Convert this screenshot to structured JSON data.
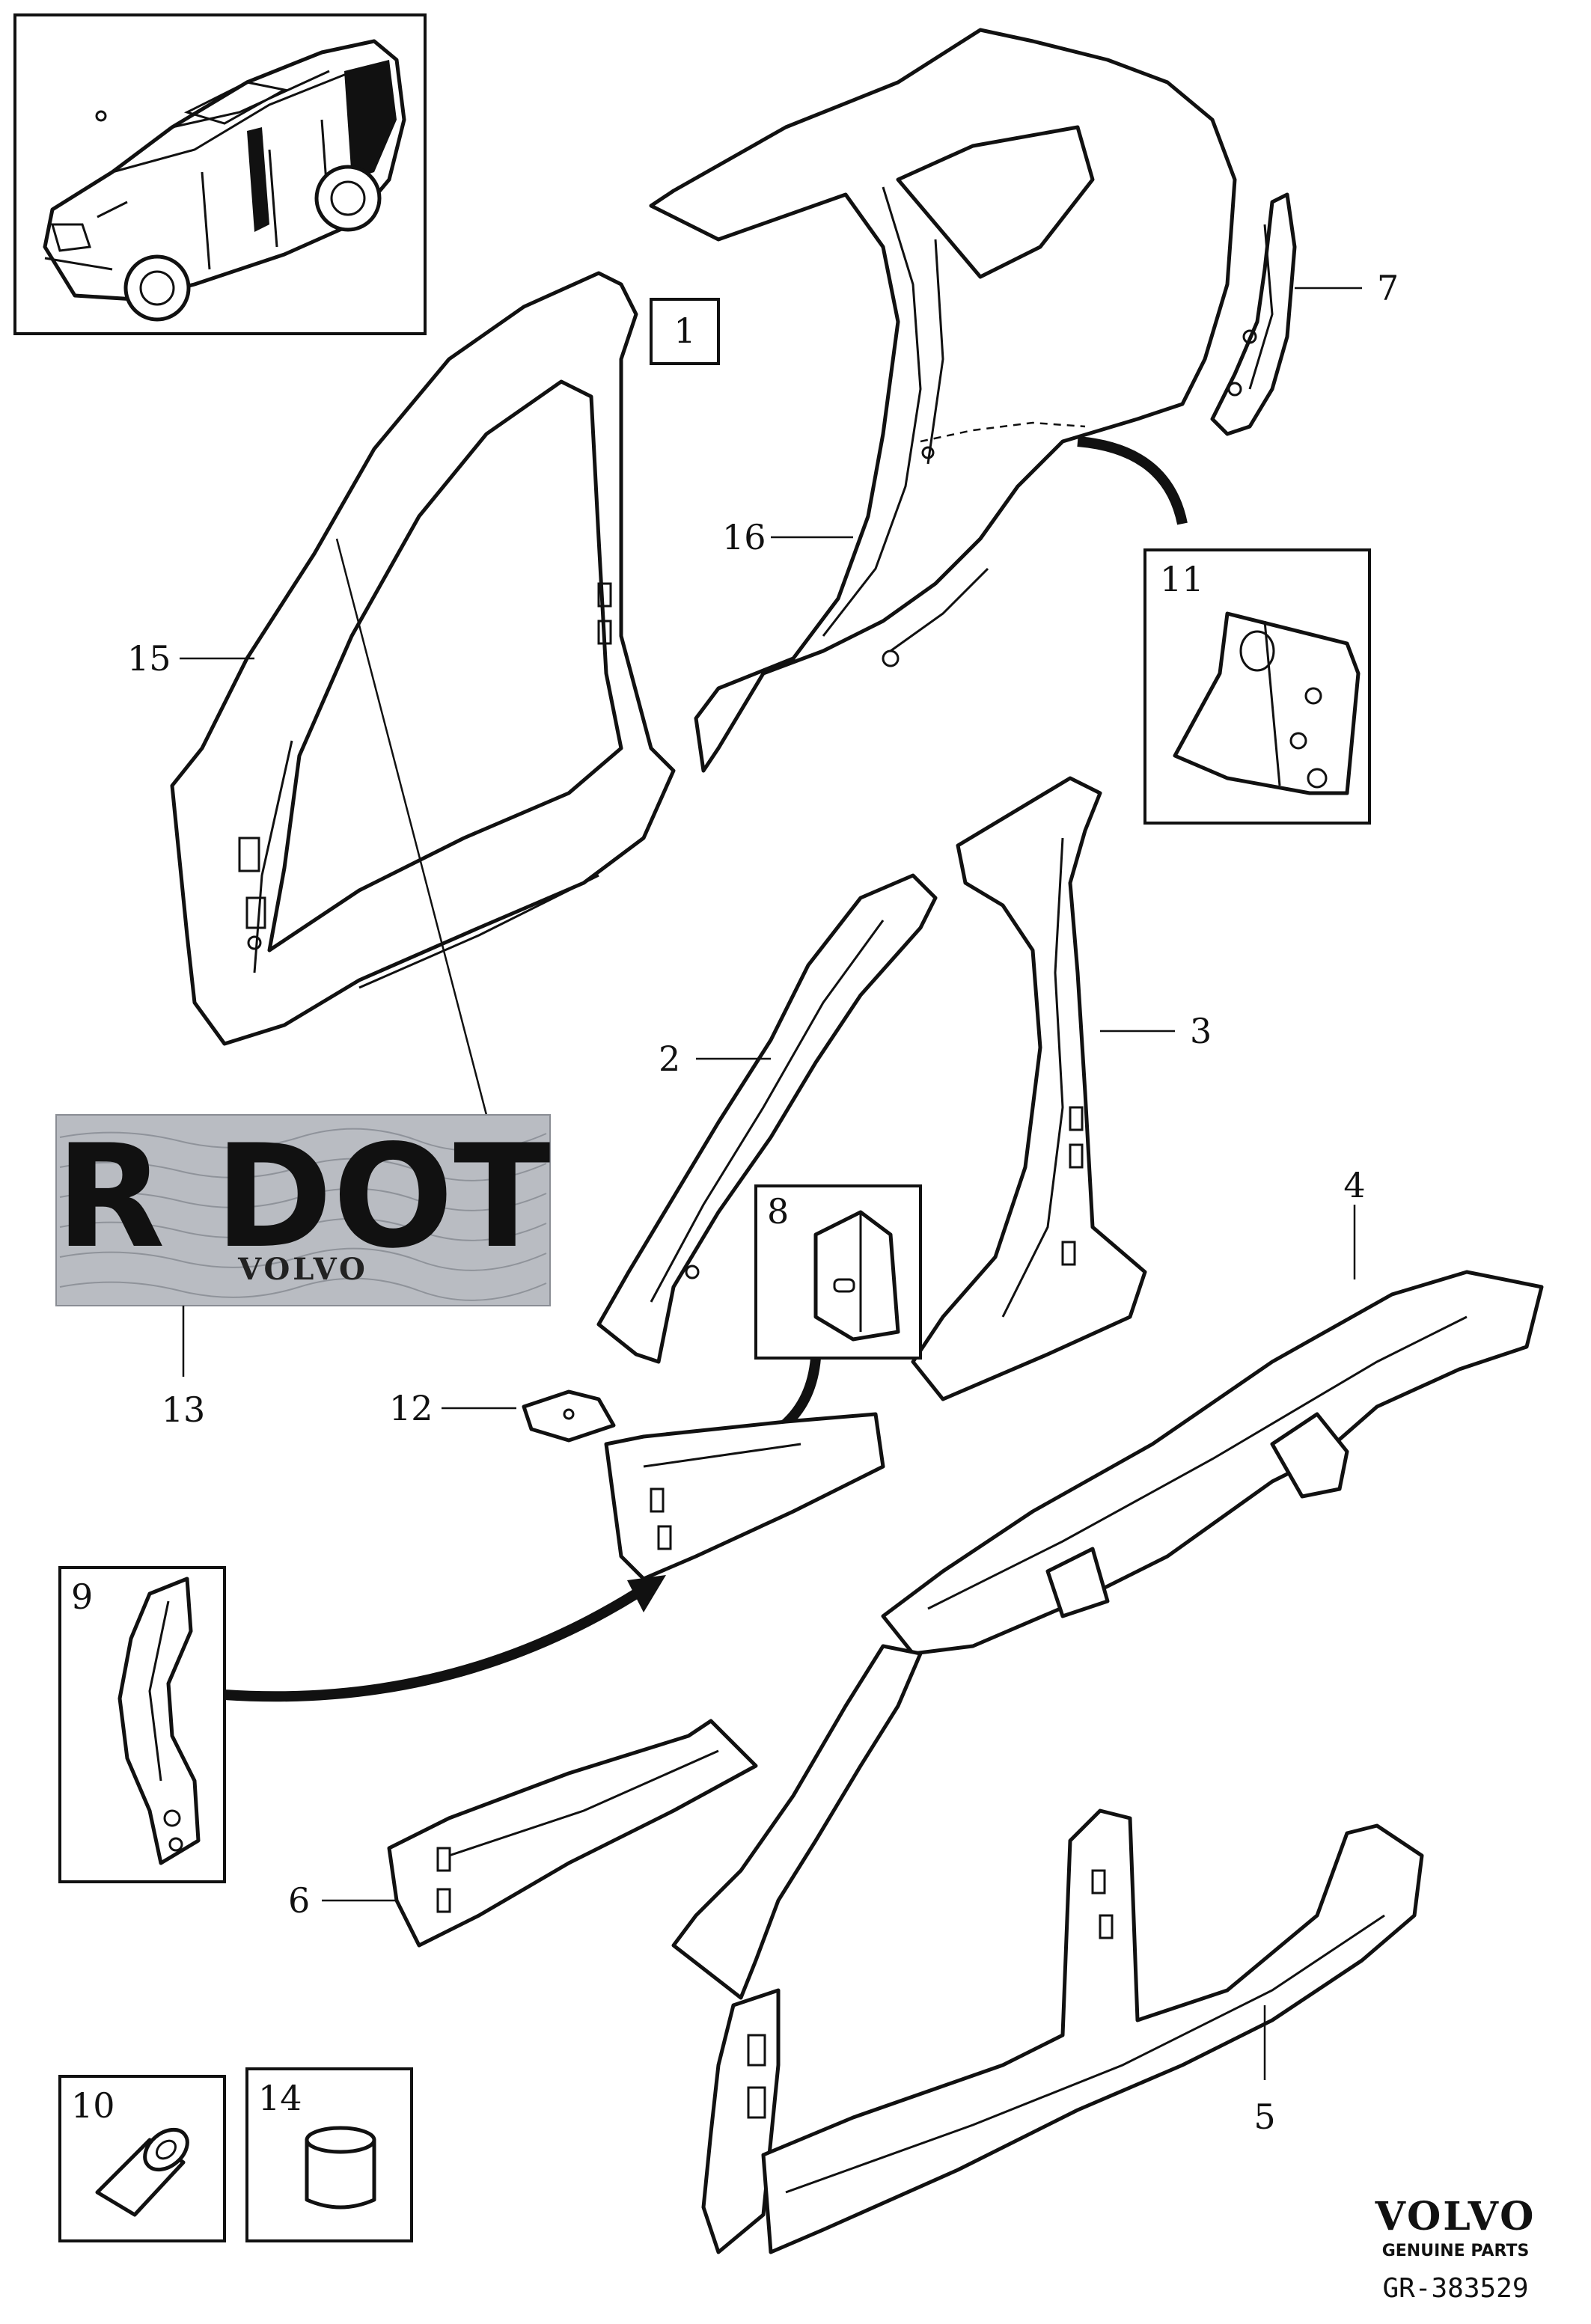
{
  "diagram": {
    "callouts": {
      "c1": "1",
      "c2": "2",
      "c3": "3",
      "c4": "4",
      "c5": "5",
      "c6": "6",
      "c7": "7",
      "c8": "8",
      "c9": "9",
      "c10": "10",
      "c11": "11",
      "c12": "12",
      "c13": "13",
      "c14": "14",
      "c15": "15",
      "c16": "16"
    },
    "label_sticker": {
      "main_text": "R DOT",
      "brand_text": "VOLVO"
    },
    "footer": {
      "brand": "VOLVO",
      "subtitle": "GENUINE PARTS",
      "reference": "GR-383529"
    }
  }
}
